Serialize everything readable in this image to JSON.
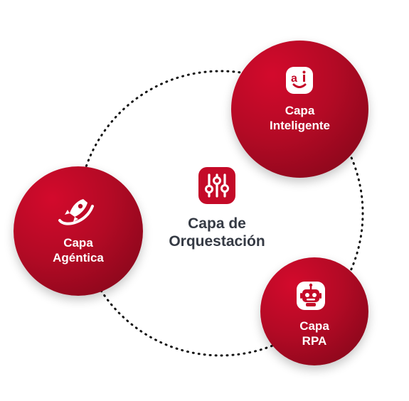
{
  "diagram": {
    "center": {
      "line1": "Capa de",
      "line2": "Orquestación",
      "icon": "sliders-icon"
    },
    "nodes": [
      {
        "id": "inteligente",
        "line1": "Capa",
        "line2": "Inteligente",
        "icon": "ai-face-icon"
      },
      {
        "id": "agentica",
        "line1": "Capa",
        "line2": "Agéntica",
        "icon": "rocket-icon"
      },
      {
        "id": "rpa",
        "line1": "Capa",
        "line2": "RPA",
        "icon": "robot-icon"
      }
    ],
    "colors": {
      "accent": "#c40a28",
      "accent_dark": "#7c0618",
      "text": "#353a44",
      "ring": "#111111"
    }
  }
}
